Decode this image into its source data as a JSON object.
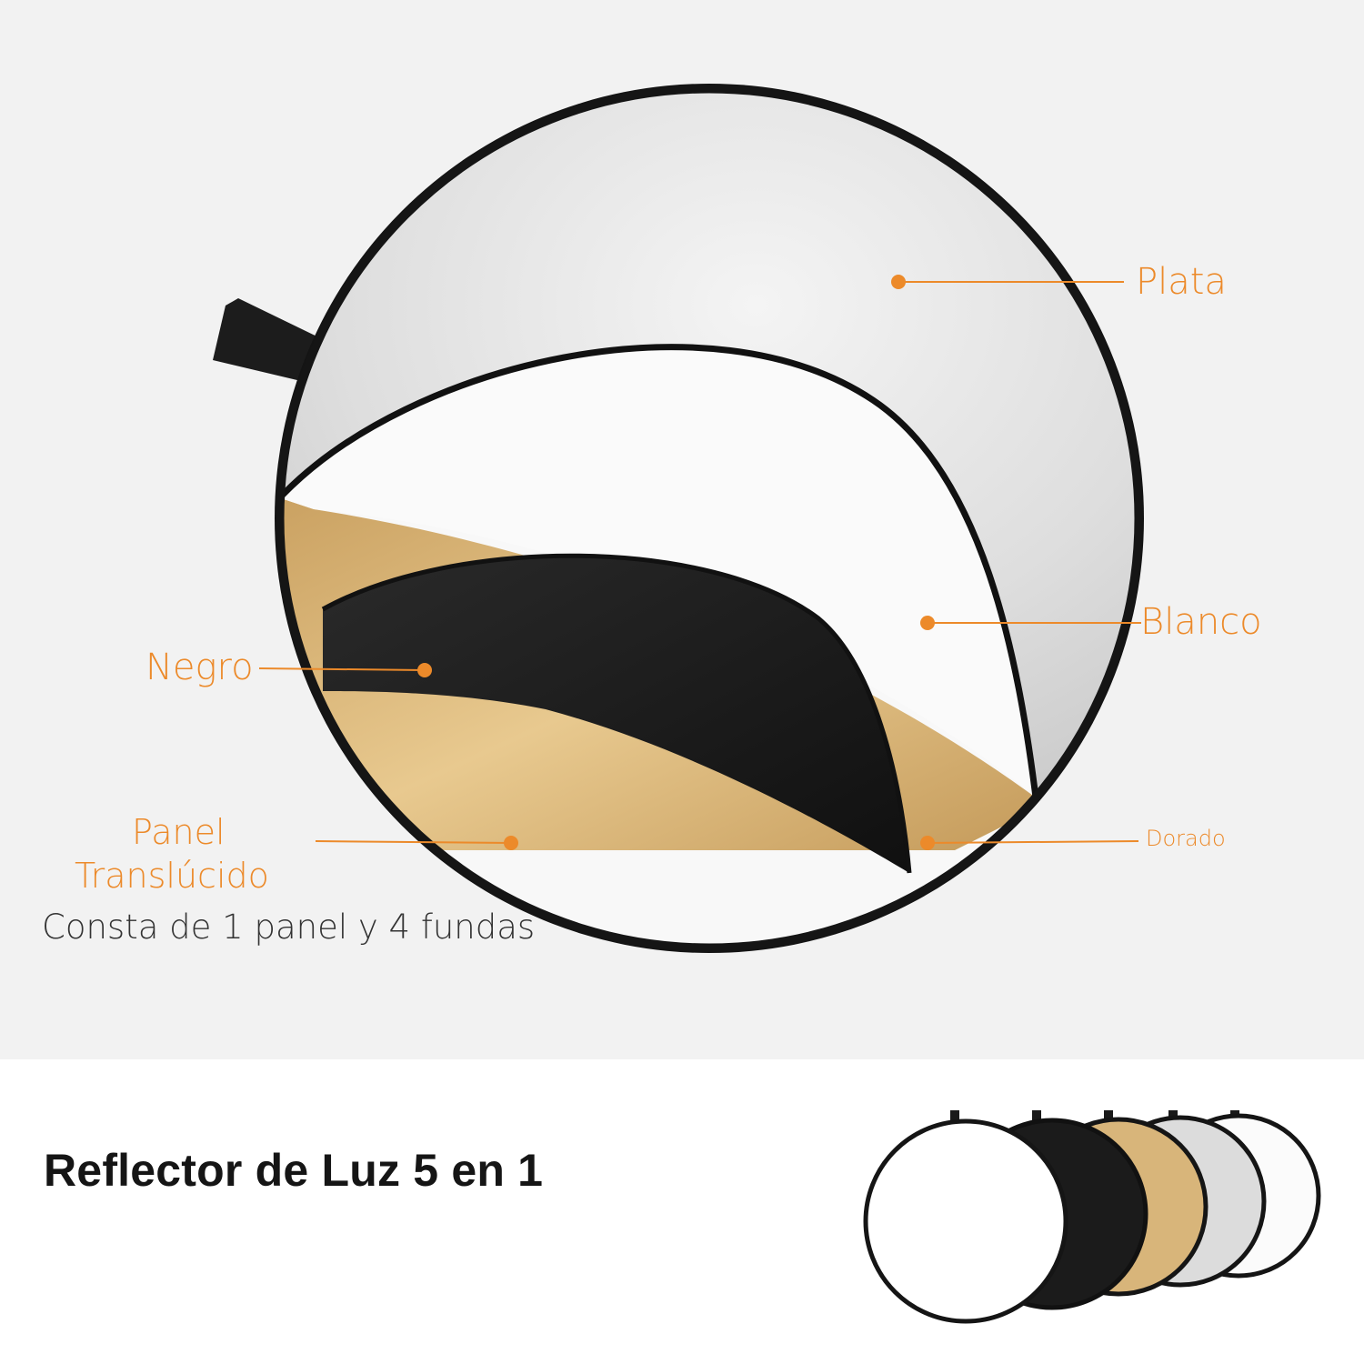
{
  "callouts": {
    "plata": "Plata",
    "blanco": "Blanco",
    "negro": "Negro",
    "panel_line1": "Panel",
    "panel_line2": "Translúcido",
    "dorado": "Dorado"
  },
  "footer": {
    "title": "Reflector de Luz 5 en 1",
    "subtitle": "Consta de 1 panel y 4 fundas"
  },
  "colors": {
    "accent": "#ec8a2a",
    "background": "#f2f2f2",
    "band": "#ffffff",
    "rim": "#141414",
    "silver": "#e6e6e6",
    "white_panel": "#f8f8f8",
    "black_panel": "#1b1b1b",
    "gold": "#d8b57a"
  },
  "thumbnail_variants": [
    "translucent",
    "black",
    "gold",
    "silver",
    "white"
  ]
}
